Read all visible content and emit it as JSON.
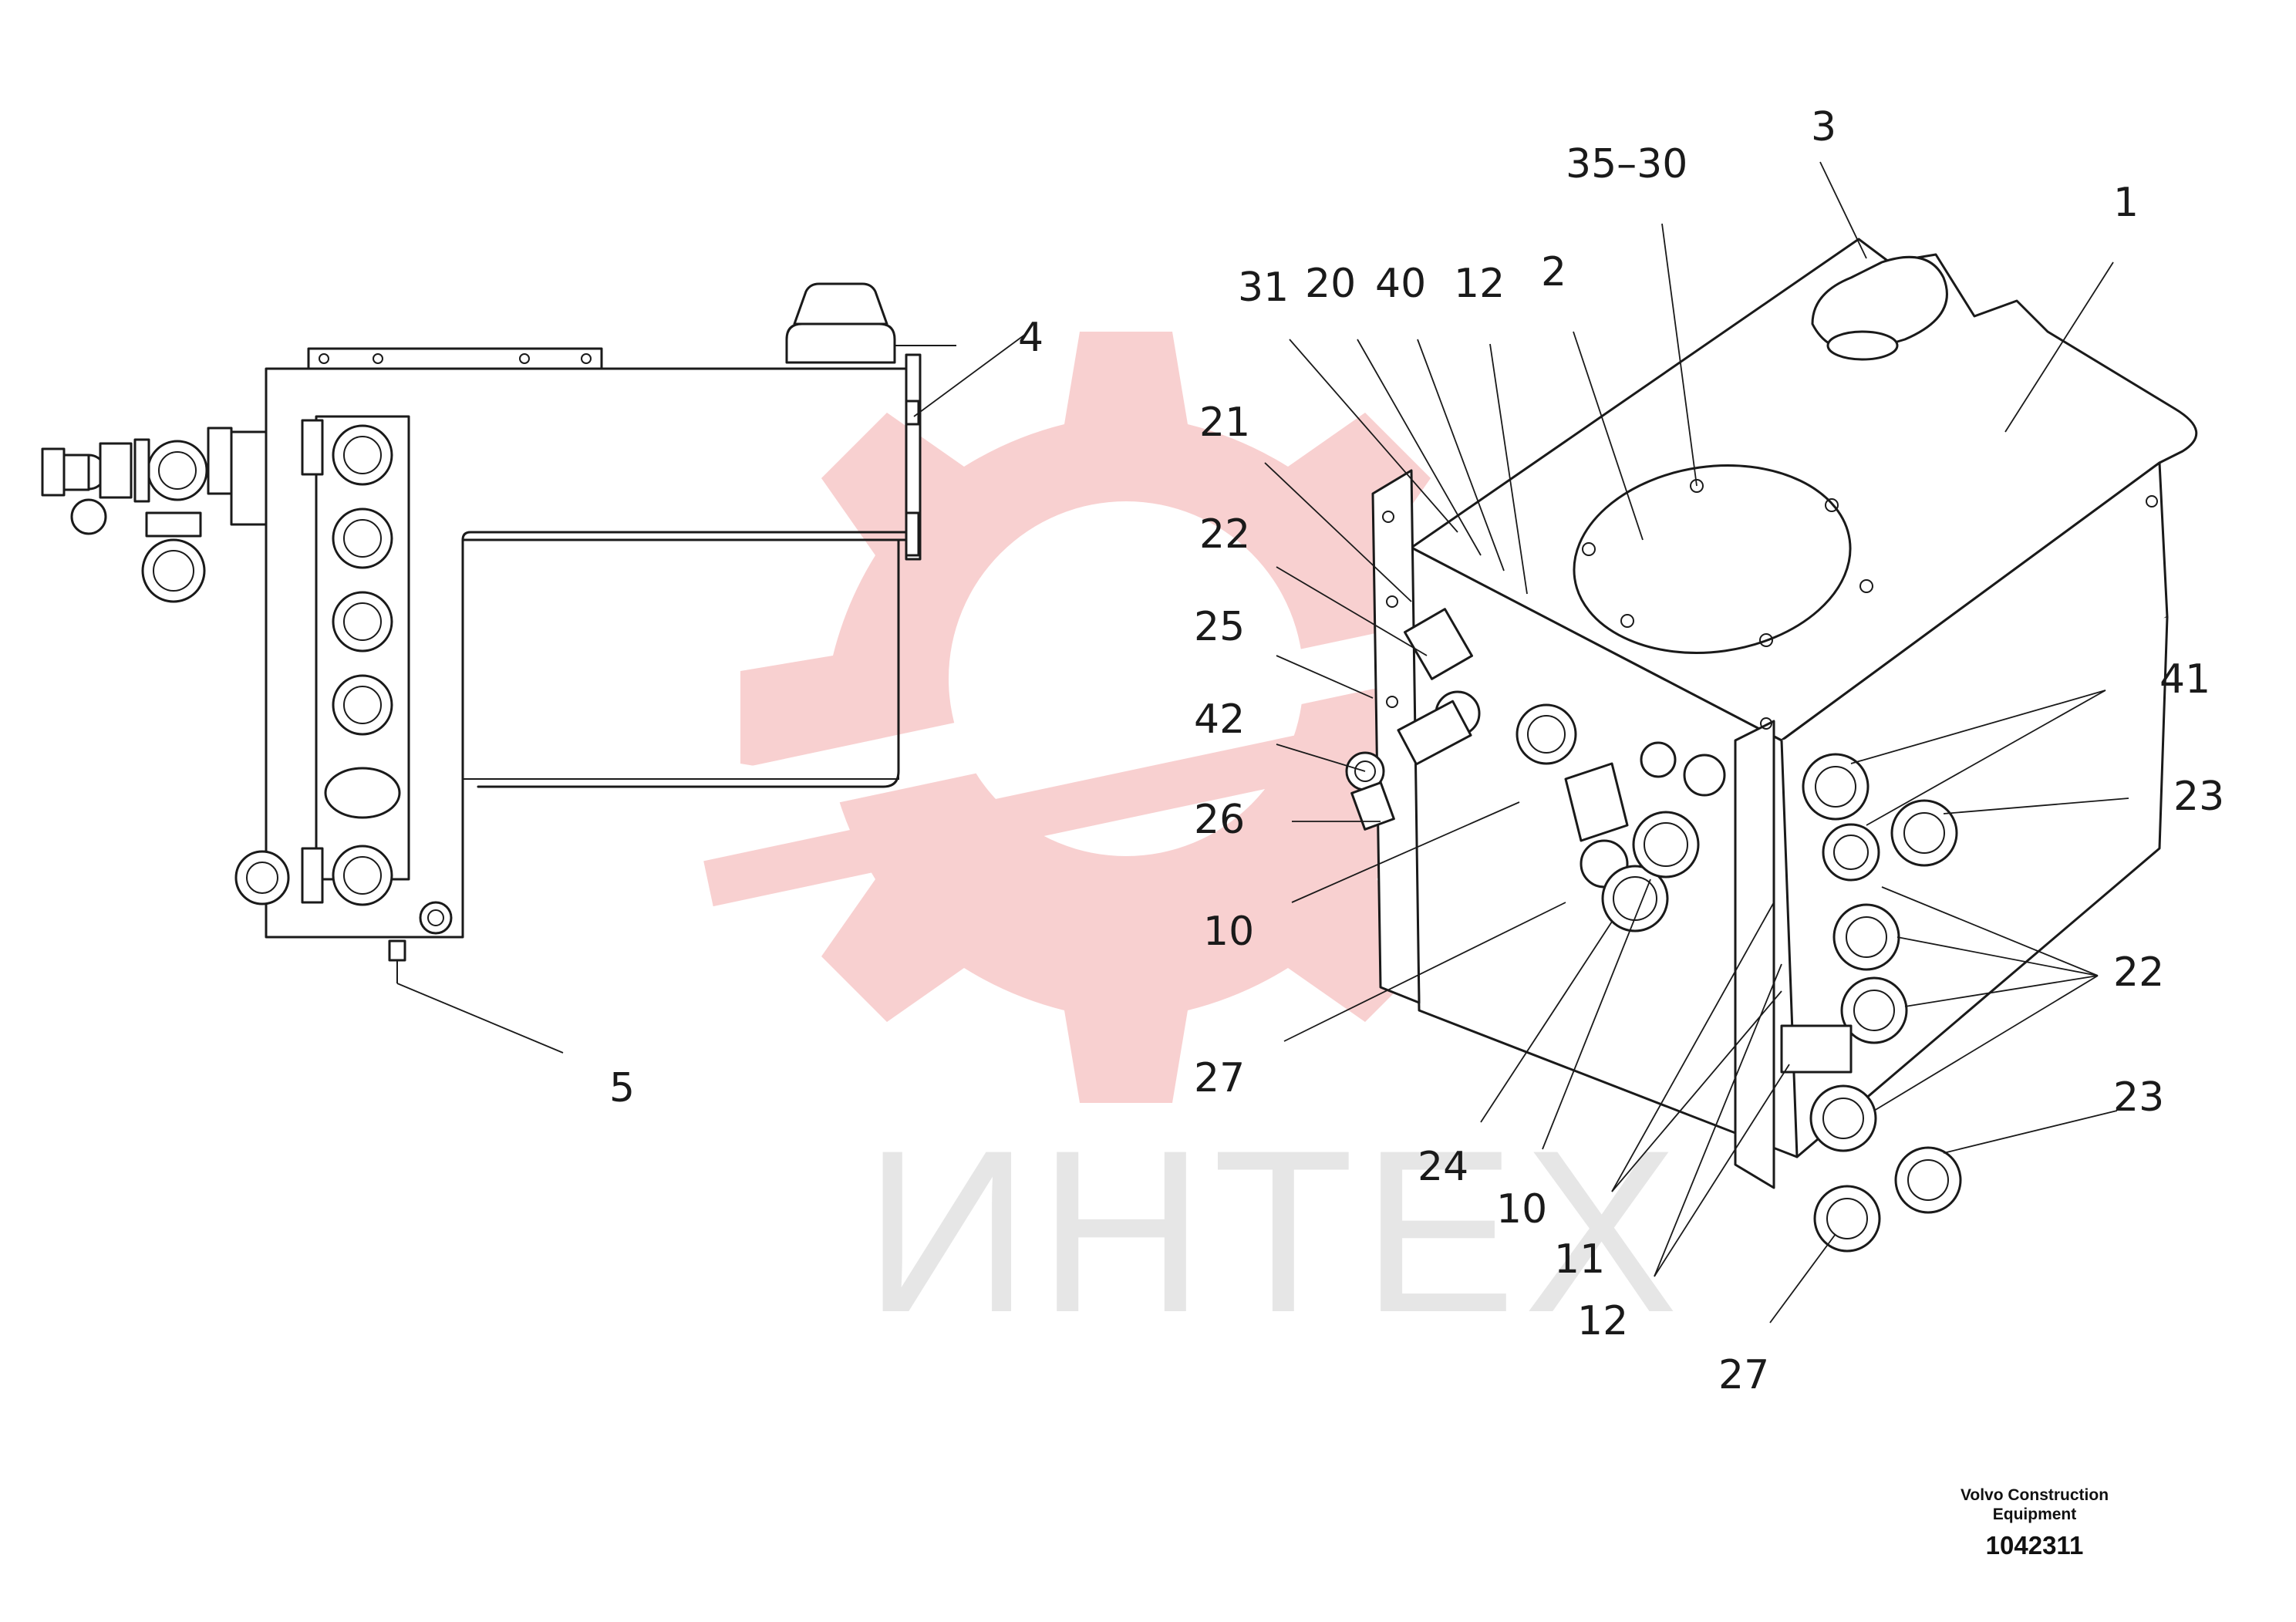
{
  "watermark": {
    "text": "ИНТЕХ",
    "gear_color": "#f7c8c8",
    "text_color": "#e6e6e6"
  },
  "callouts": {
    "c_35_30": "35–30",
    "c_3": "3",
    "c_1": "1",
    "c_31": "31",
    "c_20": "20",
    "c_40": "40",
    "c_12_top": "12",
    "c_2": "2",
    "c_4": "4",
    "c_21": "21",
    "c_22_left": "22",
    "c_25": "25",
    "c_42": "42",
    "c_26": "26",
    "c_10_left": "10",
    "c_27_left": "27",
    "c_5": "5",
    "c_24": "24",
    "c_10_bottom": "10",
    "c_11": "11",
    "c_12_bottom": "12",
    "c_27_bottom": "27",
    "c_41": "41",
    "c_23_top": "23",
    "c_22_right": "22",
    "c_23_bottom": "23"
  },
  "footer": {
    "company_line1": "Volvo Construction",
    "company_line2": "Equipment",
    "drawing_number": "1042311"
  }
}
